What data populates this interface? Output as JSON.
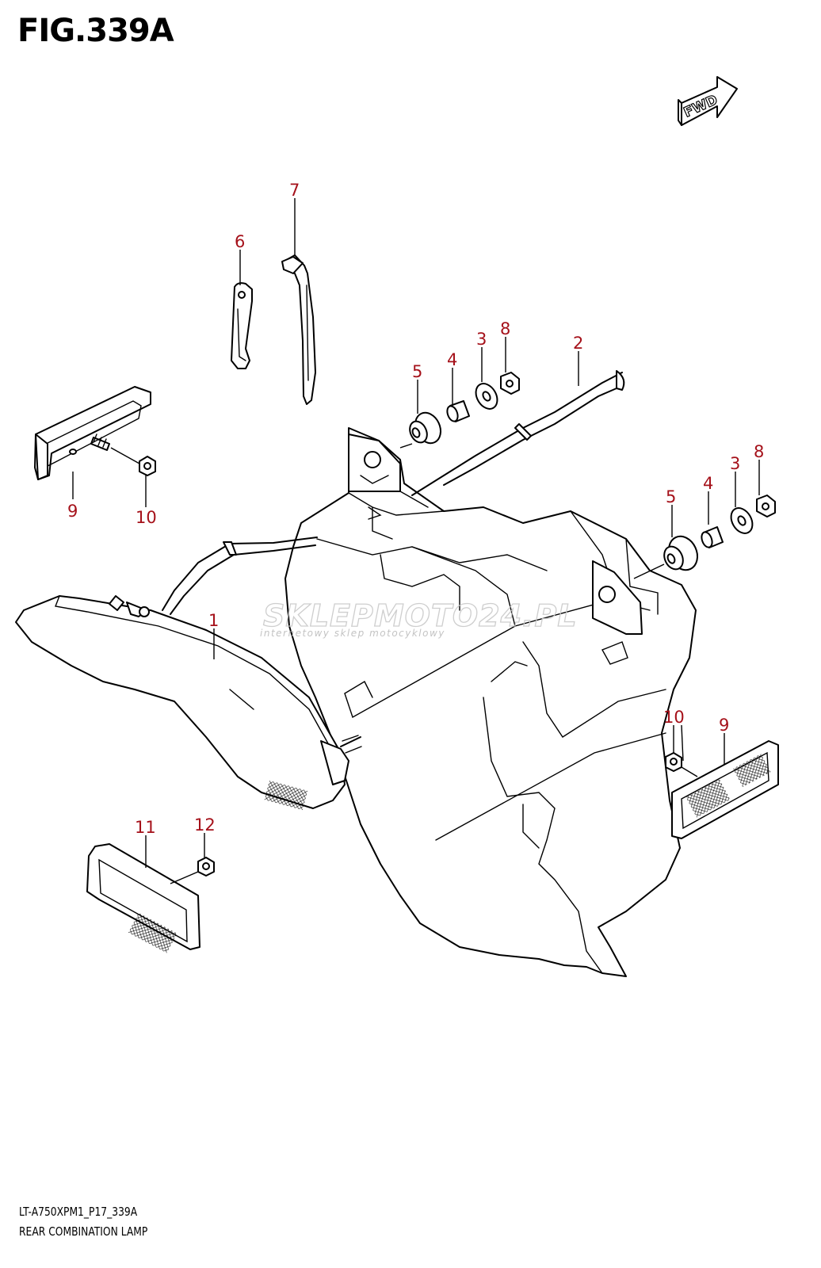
{
  "figure": {
    "title": "FIG.339A",
    "drawing_code": "LT-A750XPM1_P17_339A",
    "part_group_name": "REAR COMBINATION LAMP",
    "direction_label": "FWD",
    "callout_color": "#a5111a"
  },
  "watermark": {
    "brand": "SKLEPMOTO24.PL",
    "tagline": "internetowy sklep motocyklowy"
  },
  "callouts": [
    {
      "id": "c1",
      "label": "1"
    },
    {
      "id": "c2",
      "label": "2"
    },
    {
      "id": "c3a",
      "label": "3"
    },
    {
      "id": "c3b",
      "label": "3"
    },
    {
      "id": "c4a",
      "label": "4"
    },
    {
      "id": "c4b",
      "label": "4"
    },
    {
      "id": "c5a",
      "label": "5"
    },
    {
      "id": "c5b",
      "label": "5"
    },
    {
      "id": "c6",
      "label": "6"
    },
    {
      "id": "c7",
      "label": "7"
    },
    {
      "id": "c8a",
      "label": "8"
    },
    {
      "id": "c8b",
      "label": "8"
    },
    {
      "id": "c9a",
      "label": "9"
    },
    {
      "id": "c9b",
      "label": "9"
    },
    {
      "id": "c10a",
      "label": "10"
    },
    {
      "id": "c10b",
      "label": "10"
    },
    {
      "id": "c11",
      "label": "11"
    },
    {
      "id": "c12",
      "label": "12"
    }
  ]
}
